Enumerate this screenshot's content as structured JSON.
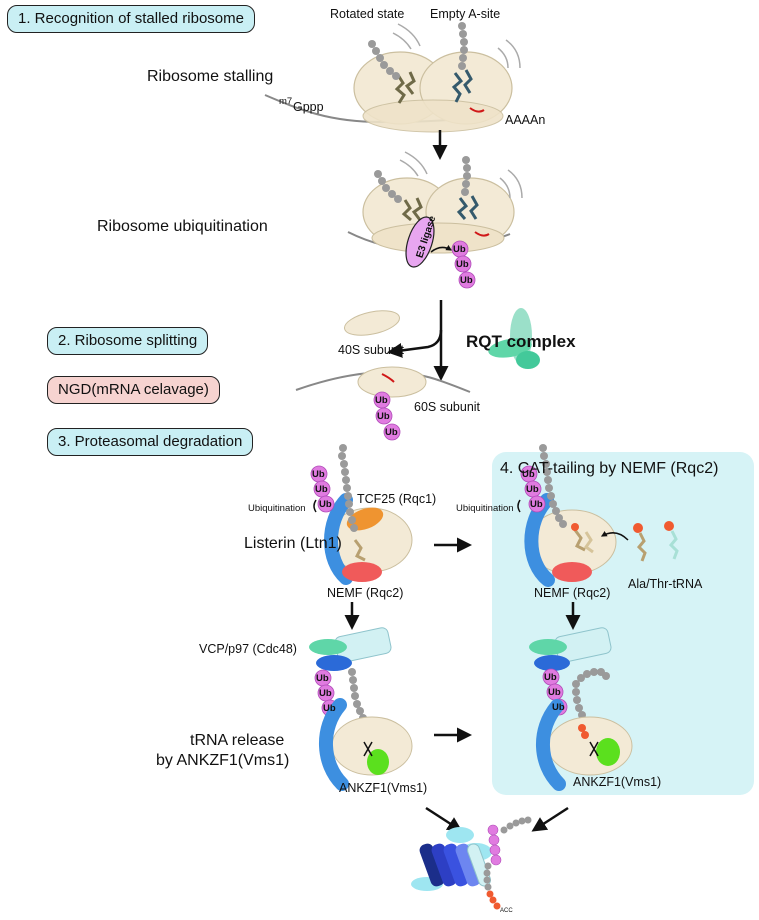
{
  "sections": {
    "s1": "1. Recognition of stalled ribosome",
    "s2": "2. Ribosome splitting",
    "ngd": "NGD(mRNA celavage)",
    "s3": "3. Proteasomal degradation",
    "s4": "4. CAT-tailing by NEMF (Rqc2)"
  },
  "labels": {
    "rotated_state": "Rotated state",
    "empty_asite": "Empty A-site",
    "ribosome_stalling": "Ribosome stalling",
    "m7_super": "m7",
    "gppp": "Gppp",
    "aaaan": "AAAAn",
    "ribosome_ubiquitination": "Ribosome ubiquitination",
    "e3_ligase": "E3 ligase",
    "ub": "Ub",
    "subunit_40s": "40S subunit",
    "rqt_complex": "RQT complex",
    "subunit_60s": "60S subunit",
    "tcf25": "TCF25 (Rqc1)",
    "ubiquitination": "Ubiquitination",
    "listerin": "Listerin (Ltn1)",
    "nemf_rqc2": "NEMF (Rqc2)",
    "ala_thr_trna": "Ala/Thr-tRNA",
    "vcp": "VCP/p97 (Cdc48)",
    "trna_release_1": "tRNA release",
    "trna_release_2": "by ANKZF1(Vms1)",
    "ankzf1": "ANKZF1(Vms1)",
    "acc": "ACC"
  },
  "colors": {
    "pill_blue": "#c9eff4",
    "pill_pink": "#f6d3d0",
    "ribosome": "#f3ead6",
    "ubiquitin": "#e07be0",
    "listerin": "#3d8fe0",
    "tcf25": "#ef9430",
    "nemf": "#f05a5a",
    "rqt": "#5fd6a8",
    "ankzf1": "#5be01e",
    "panel4": "#d6f3f6"
  }
}
